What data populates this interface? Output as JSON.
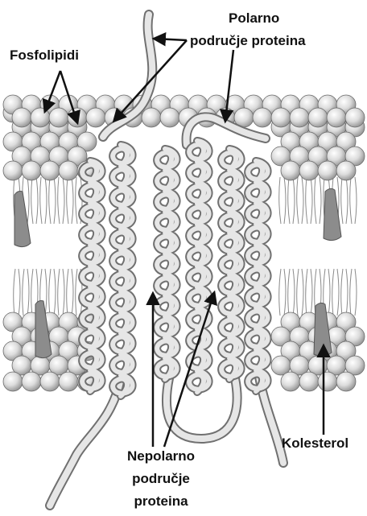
{
  "labels": {
    "phospholipids": "Fosfolipidi",
    "polar_line1": "Polarno",
    "polar_line2": "područje proteina",
    "nonpolar_line1": "Nepolarno",
    "nonpolar_line2": "područje",
    "nonpolar_line3": "proteina",
    "cholesterol": "Kolesterol"
  },
  "colors": {
    "head_fill": "#d8d8d8",
    "head_highlight": "#ffffff",
    "head_stroke": "#6a6a6a",
    "tail": "#8a8a8a",
    "protein_fill": "#e6e6e6",
    "protein_stroke": "#707070",
    "cholesterol": "#8c8c8c",
    "text": "#111111"
  }
}
